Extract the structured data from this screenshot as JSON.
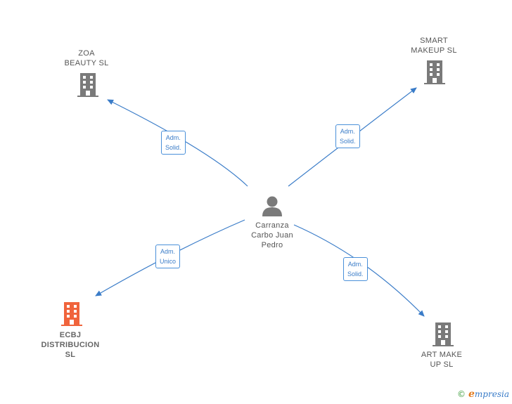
{
  "colors": {
    "edge": "#3a7cc8",
    "company_icon": "#7a7a7a",
    "company_icon_highlight": "#f0643c",
    "person_icon": "#7a7a7a"
  },
  "nodes": {
    "center": {
      "lines": [
        "Carranza",
        "Carbo Juan",
        "Pedro"
      ],
      "icon": "person-icon"
    },
    "zoa": {
      "lines": [
        "ZOA",
        "BEAUTY  SL"
      ],
      "icon": "building-icon"
    },
    "smart": {
      "lines": [
        "SMART",
        "MAKEUP  SL"
      ],
      "icon": "building-icon"
    },
    "ecbj": {
      "lines": [
        "ECBJ",
        "DISTRIBUCION",
        "SL"
      ],
      "icon": "building-icon"
    },
    "art": {
      "lines": [
        "ART MAKE",
        "UP  SL"
      ],
      "icon": "building-icon"
    }
  },
  "edges": {
    "zoa": {
      "lines": [
        "Adm.",
        "Solid."
      ]
    },
    "smart": {
      "lines": [
        "Adm.",
        "Solid."
      ]
    },
    "ecbj": {
      "lines": [
        "Adm.",
        "Unico"
      ]
    },
    "art": {
      "lines": [
        "Adm.",
        "Solid."
      ]
    }
  },
  "brand": {
    "copyright": "©",
    "initial": "e",
    "name": "mpresia"
  }
}
